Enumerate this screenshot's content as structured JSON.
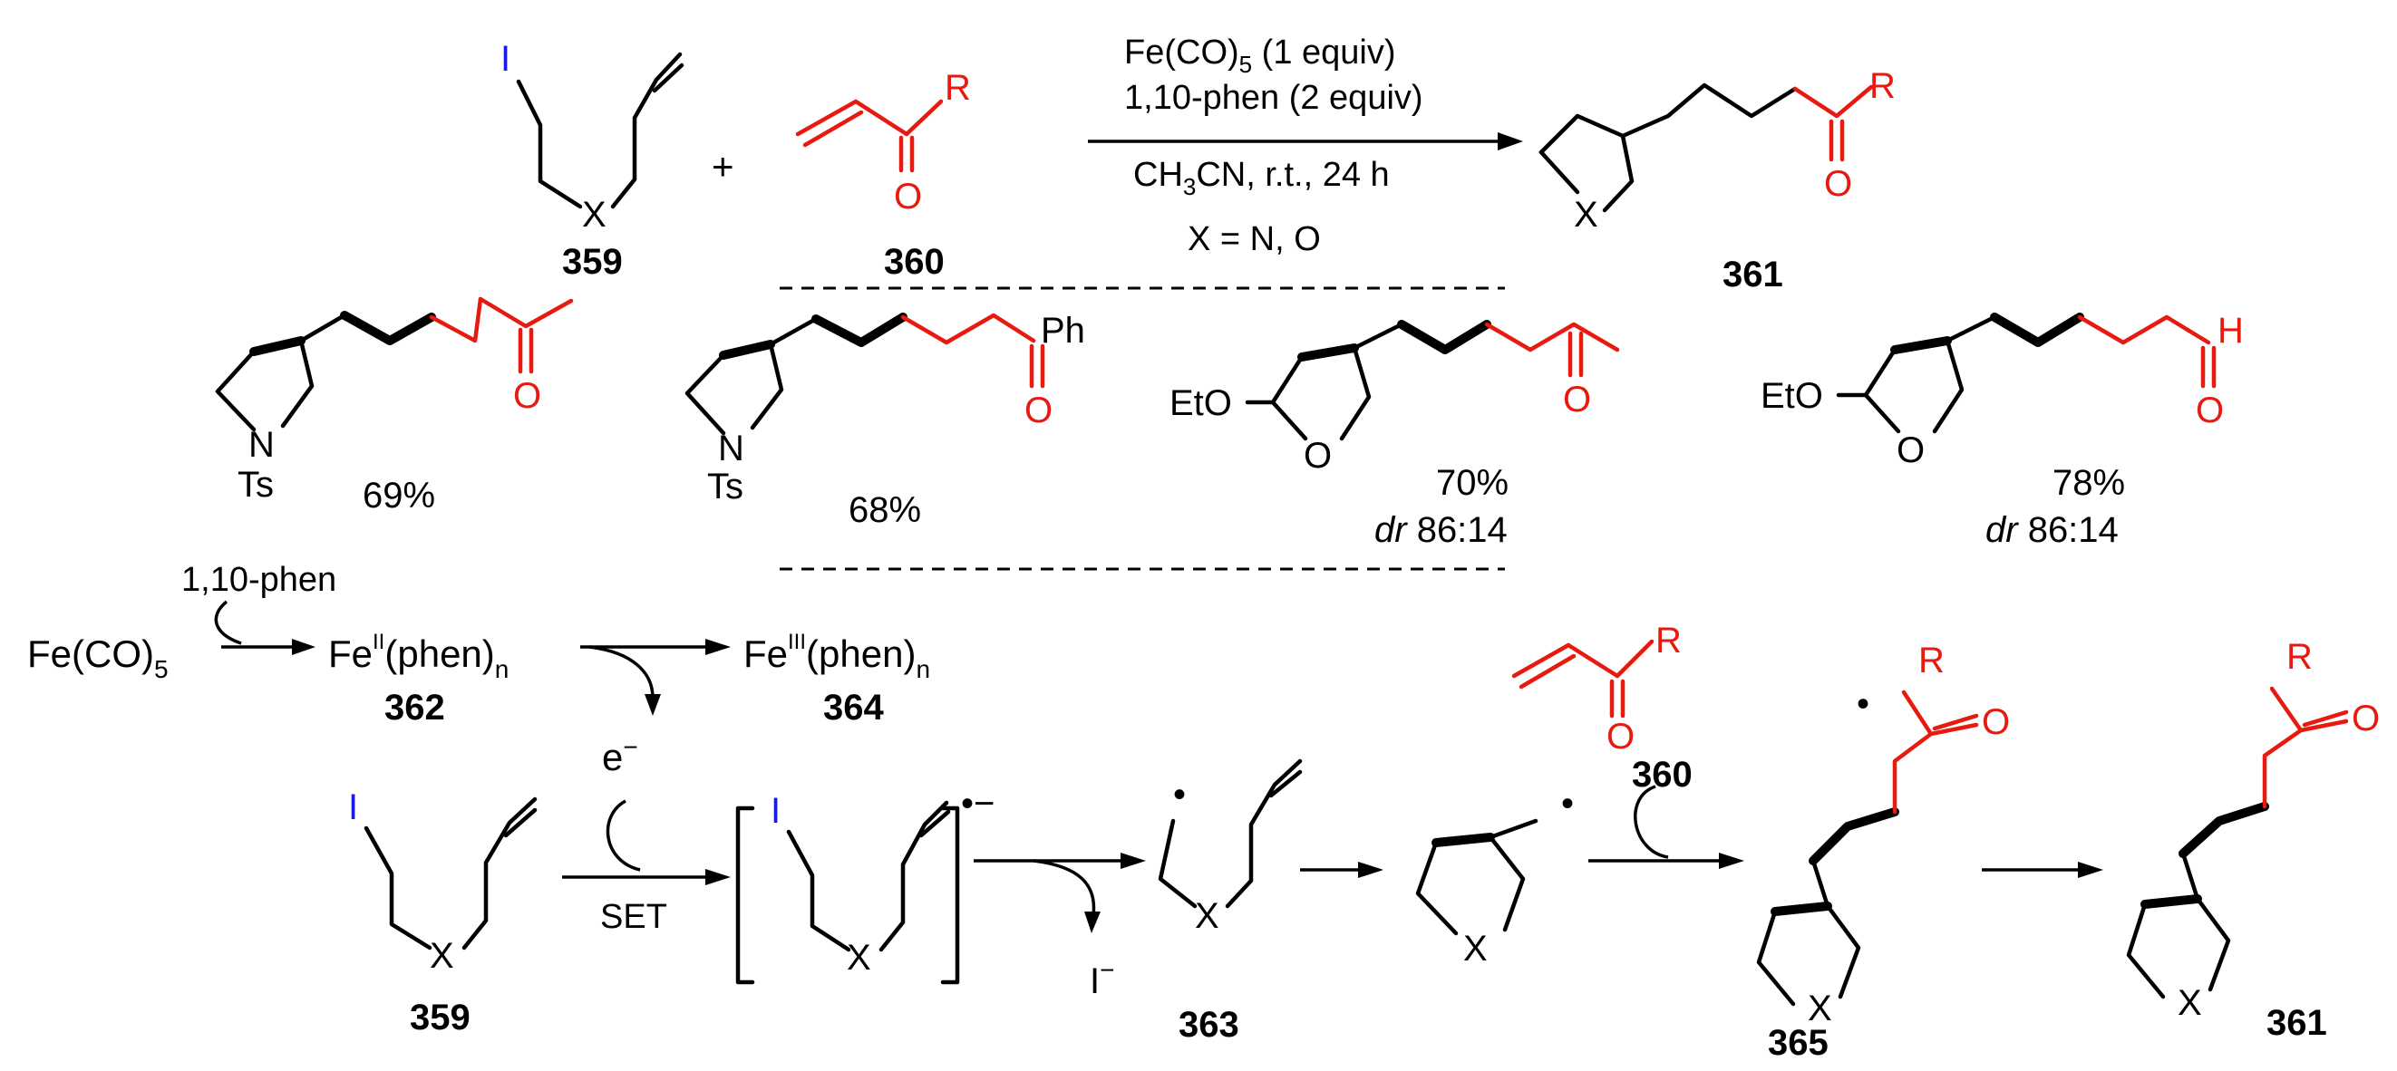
{
  "atoms": {
    "iodine": "I",
    "x": "X",
    "r": "R",
    "oxygen": "O",
    "nitrogen": "N",
    "ts": "Ts",
    "ph": "Ph",
    "hydrogen": "H",
    "etoxy": "EtO"
  },
  "compounds": {
    "c359": "359",
    "c360": "360",
    "c361": "361",
    "c362": "362",
    "c363": "363",
    "c364": "364",
    "c365": "365"
  },
  "plus": "+",
  "conditions": {
    "line1_pre": "Fe(CO)",
    "line1_sub": "5",
    "line1_post": " (1 equiv)",
    "line2": "1,10-phen (2 equiv)",
    "line3_pre": "CH",
    "line3_sub": "3",
    "line3_post": "CN, r.t., 24 h",
    "line4": "X = N, O"
  },
  "examples": [
    {
      "yield": "69%",
      "dr": ""
    },
    {
      "yield": "68%",
      "dr": ""
    },
    {
      "yield": "70%",
      "dr_prefix": "dr",
      "dr_value": " 86:14"
    },
    {
      "yield": "78%",
      "dr_prefix": "dr",
      "dr_value": " 86:14"
    }
  ],
  "mechanism": {
    "phen_label": "1,10-phen",
    "fe_co5_pre": "Fe(CO)",
    "fe_co5_sub": "5",
    "fe2_pre": "Fe",
    "fe2_sup": "II",
    "fe2_post": "(phen)",
    "fe2_sub": "n",
    "fe3_pre": "Fe",
    "fe3_sup": "III",
    "fe3_post": "(phen)",
    "fe3_sub": "n",
    "electron": "e",
    "electron_sup": "−",
    "set_label": "SET",
    "radical_anion_sup": "•−",
    "iodide": "I",
    "iodide_sup": "−",
    "radical_dot": "•"
  },
  "colors": {
    "black": "#000000",
    "red": "#e8190e",
    "blue": "#1a1ae6"
  }
}
